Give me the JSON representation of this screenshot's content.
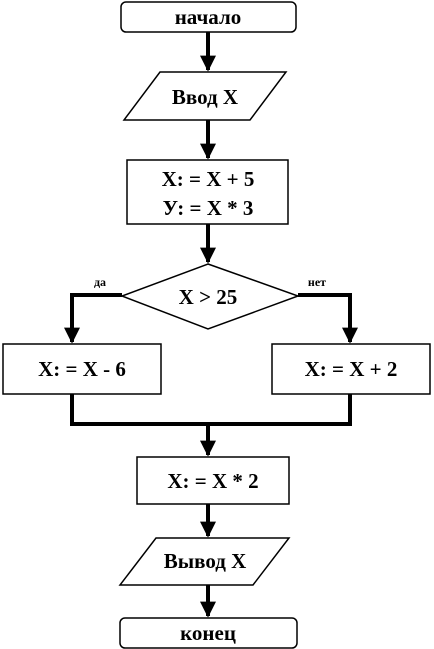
{
  "colors": {
    "stroke": "#000000",
    "fill": "#ffffff",
    "text": "#000000"
  },
  "nodes": {
    "start": {
      "shape": "rounded-rectangle",
      "text": "начало"
    },
    "input": {
      "shape": "parallelogram",
      "text": "Ввод X"
    },
    "assign": {
      "shape": "rectangle",
      "lines": [
        "X: = X + 5",
        "У: = X * 3"
      ]
    },
    "decision": {
      "shape": "diamond",
      "text": "X > 25"
    },
    "branch_yes": {
      "shape": "rectangle",
      "text": "X: = X - 6"
    },
    "branch_no": {
      "shape": "rectangle",
      "text": "X: = X + 2"
    },
    "multiply": {
      "shape": "rectangle",
      "text": "X: = X * 2"
    },
    "output": {
      "shape": "parallelogram",
      "text": "Вывод X"
    },
    "end": {
      "shape": "rounded-rectangle",
      "text": "конец"
    }
  },
  "edge_labels": {
    "yes": "да",
    "no": "нет"
  }
}
